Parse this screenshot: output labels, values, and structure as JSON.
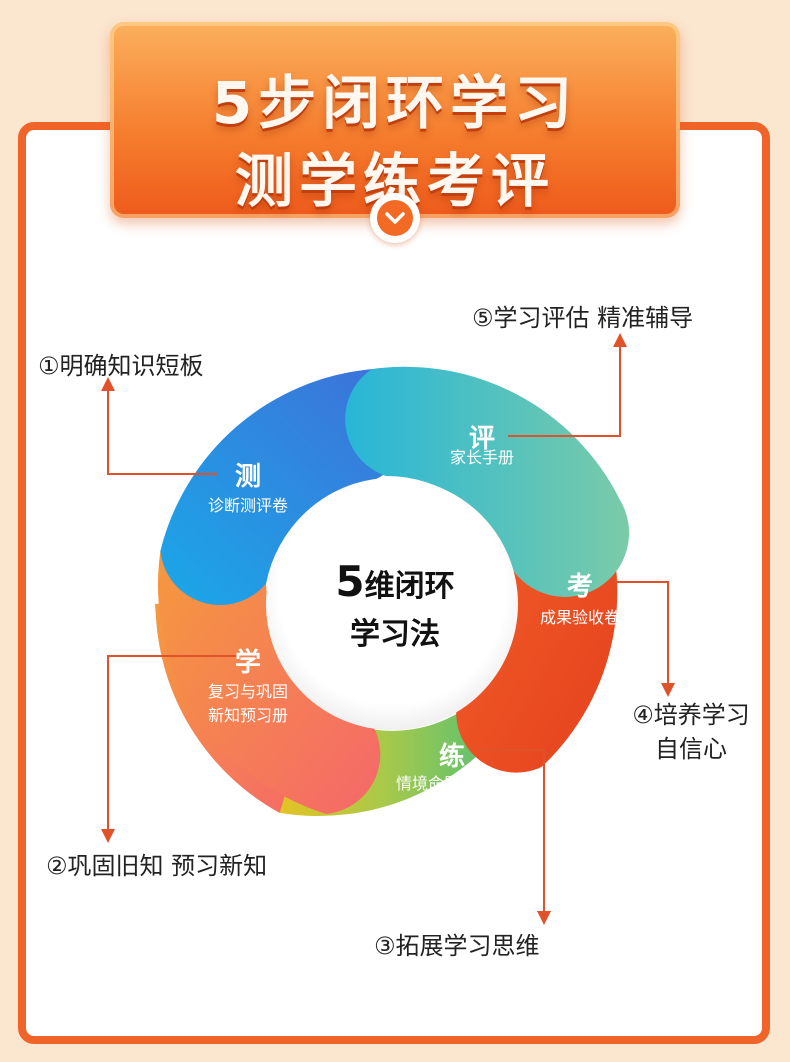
{
  "banner": {
    "line1": "5步闭环学习",
    "line2": "测学练考评"
  },
  "center": {
    "num": "5",
    "line1": "维闭环",
    "line2": "学习法"
  },
  "segments": [
    {
      "title": "测",
      "sub": "诊断测评卷"
    },
    {
      "title": "学",
      "sub1": "复习与巩固",
      "sub2": "新知预习册"
    },
    {
      "title": "练",
      "sub": "情境命题新考法"
    },
    {
      "title": "考",
      "sub": "成果验收卷"
    },
    {
      "title": "评",
      "sub": "家长手册"
    }
  ],
  "captions": {
    "c1": "①明确知识短板",
    "c2": "②巩固旧知 预习新知",
    "c3": "③拓展学习思维",
    "c4_line1": "④培养学习",
    "c4_line2": "自信心",
    "c5": "⑤学习评估 精准辅导"
  },
  "colors": {
    "accent": "#f0642a",
    "arrow": "#e0522a",
    "page_bg": "#fbe6cf"
  }
}
